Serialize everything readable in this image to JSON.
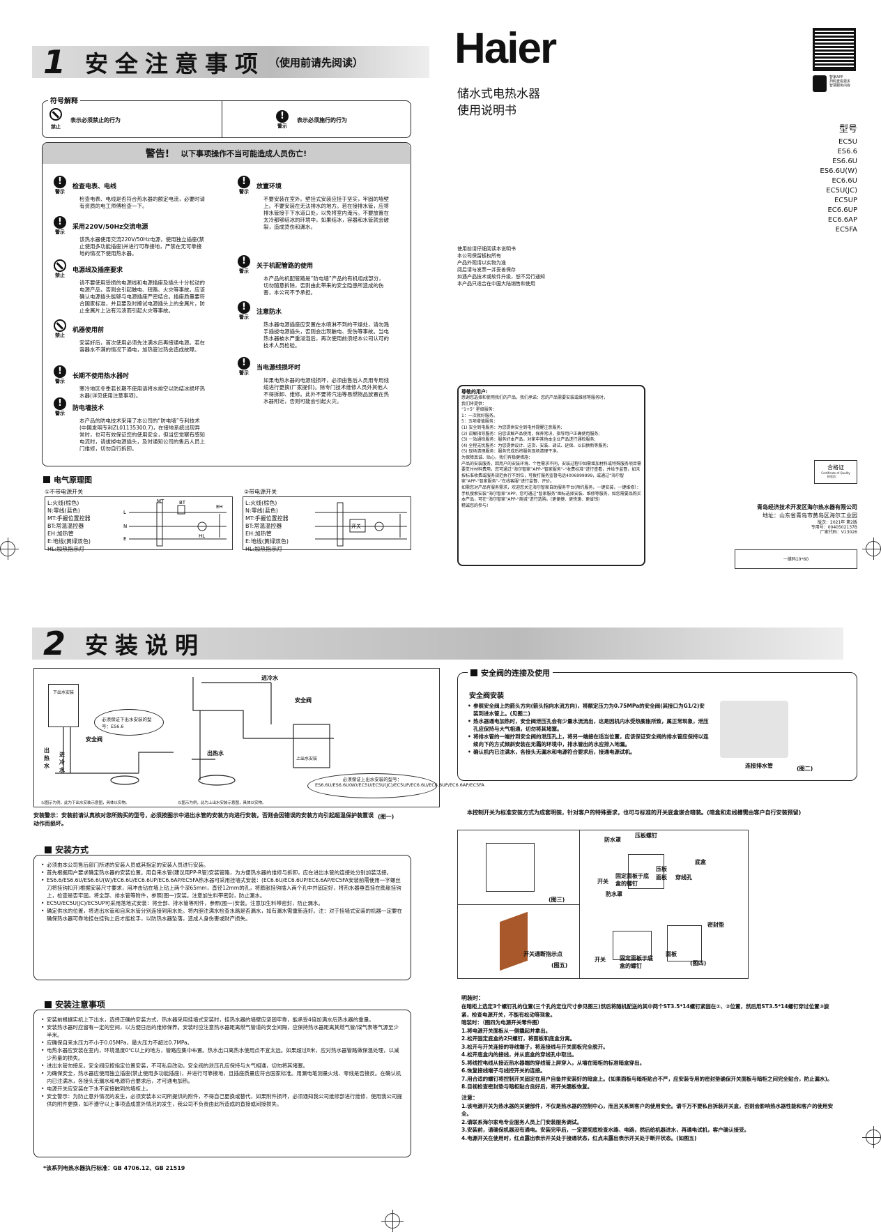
{
  "brand": {
    "logo": "Haier",
    "product": "储水式电热水器",
    "manual": "使用说明书"
  },
  "models": {
    "label": "型号",
    "list": [
      "EC5U",
      "ES6.6",
      "ES6.6U",
      "ES6.6U(W)",
      "EC6.6U",
      "EC5U(JC)",
      "EC5UP",
      "EC6.6UP",
      "EC6.6AP",
      "EC5FA"
    ]
  },
  "notes": [
    "使用前请仔细阅读本说明书",
    "本公司保留板权所有",
    "产品外观请以实物为准",
    "阅后请与发票一并妥善保存",
    "如遇产品技术或软件升级，恕不另行通知",
    "本产品只适合在中国大陆销售和使用"
  ],
  "qr_caption": [
    "智家APP",
    "扫码查看更多",
    "智慧服务内容"
  ],
  "cert": {
    "title": "合格证",
    "sub": "Certificate of Quality",
    "inspector": "检验员："
  },
  "company": {
    "name": "青岛经济技术开发区海尔热水器有限公司",
    "address": "地址：山东省青岛市黄岛区海尔工业园",
    "version": "版次：2021年 第2版",
    "code": "专用号：0040502137B",
    "model_code": "厂家代码：V13026"
  },
  "barcode": "一维码10*60",
  "sec1": {
    "num": "1",
    "title": "安全注意事项",
    "sub": "（使用前请先阅读）",
    "symbols": {
      "title": "符号解释",
      "prohibit": "表示必须禁止的行为",
      "prohibit_lab": "禁止",
      "must": "表示必须施行的行为",
      "must_lab": "警示"
    },
    "warning": {
      "word": "警告!",
      "text": "以下事项操作不当可能造成人员伤亡!"
    },
    "left": [
      {
        "type": "w",
        "lab": "警示",
        "title": "检查电表、电线",
        "body": "检查电表、电线是否符合热水器的额定电流，必要时请有资质的电工师傅检查一下。"
      },
      {
        "type": "w",
        "lab": "警示",
        "title": "采用220V/50Hz交流电源",
        "body": "该热水器使用交流220V/50Hz电源，使用独立插座(禁止使用多功能插座)并进行可靠接地，严禁在无可靠接地的情况下使用热水器。"
      },
      {
        "type": "n",
        "lab": "禁止",
        "title": "电源线及插座要求",
        "body": "请不要使用受损的电源线和电源插座及插头十分松动的电源产品，否则会引起触电、短路、火灾等事故。应该确认电源插头能够与电源插座严密结合。插座质量要符合国家标准，并且要及时擦试电源插头上的金属片，防止金属片上沾有污渍而引起火灾等事故。"
      },
      {
        "type": "n",
        "lab": "禁止",
        "title": "机器使用前",
        "body": "安装好后，首次使用必须先注满水后再接通电源。若在容器水不满的情况下通电，加热管过热会造成故障。"
      },
      {
        "type": "w",
        "lab": "警示",
        "title": "长期不使用热水器时",
        "body": "寒冷地区冬季若长期不使用请将水排空以防结冰损坏热水器(详见使用注意事项)。"
      },
      {
        "type": "w",
        "lab": "警示",
        "title": "防电墙技术",
        "body": "本产品的防电技术采用了本公司的“防电墙”专利技术(中国发明专利ZL01135300.7)，在接地系统出现异常时，也可有效保证您的使用安全，但当您觉察有感知电流时，请拔掉电源插头，及时通知公司的售后人员上门维修，切勿自行拆卸。"
      }
    ],
    "right": [
      {
        "type": "w",
        "lab": "警示",
        "title": "放置环境",
        "body": "不要安装在室外。壁挂式安装应挂于坚实，牢固的墙壁上。不要安装在无法排水的地方。若在接排水管，应将排水管接于下水道口处，以免将室内淹污。不要放置在太冷都够结冰的环境中，如果结冰，容器和水管就会破裂，造成烫伤和漏水。"
      },
      {
        "type": "w",
        "lab": "警示",
        "title": "关于机配管路的使用",
        "body": "本产品的机配管路是“防电墙”产品的有机组成部分，切勿随意拆除，否则由此带来的安全隐患所造成的伤害，本公司不予承担。"
      },
      {
        "type": "w",
        "lab": "警示",
        "title": "注意防水",
        "body": "热水器电源插座应安置在水喷淋不到的干燥处，请勿溅手插拔电源插头，否则会出现触电、受伤等事故。当电热水器被水严重浸泡后，再次使用前须经本公司认可的技术人员检验。"
      },
      {
        "type": "w",
        "lab": "警示",
        "title": "当电源线损坏时",
        "body": "如果电热水器的电源线损坏，必须由售后人员用专用线缆进行更换(厂家提供)。除专门技术维修人员外其他人不得拆卸、维修。此外不要将汽油等易燃物品放置在热水器附近，否则可能会引起火灾。"
      }
    ],
    "elec": {
      "title": "电气原理图",
      "a": "①不带电源开关",
      "b": "②带电源开关",
      "legend": [
        "L:火线(棕色)",
        "N:零线(蓝色)",
        "MT:手握位置控器",
        "BT:常温温控器",
        "EH:加热管",
        "E:地线(黄绿双色)",
        "HL:加热指示灯"
      ],
      "ptitles": [
        "MT",
        "BT",
        "EH",
        "HL",
        "L",
        "N",
        "E",
        "开关"
      ]
    }
  },
  "service": {
    "title": "尊敬的用户:",
    "lines": [
      "感谢您选择和使用我们的产品，我们承诺：您的产品需要安装或维修等服务时，",
      "我们将提供：",
      "“1+5” 星级服务：",
      "1：一次就好服务。",
      "5：五项增值服务：",
      "(1) 安全到电服务：为您提供安全到电并提醒注意服务;",
      "(2) 讲解指导服务：向您讲解产品使用，保养常识，指导用户正确使用服务;",
      "(3) 一站通检服务：服务好本产品，对家中其他本企业产品进行通检服务;",
      "(4) 全程无忧服务：为您提供设计、送货、安装、调试、延保、以旧换新等服务;",
      "(5) 现场清理服务：服务完成后将服务现场清理干净。",
      "为保障真诚、贴心，我们有稳健措施：",
      "产品的安装服务，因用户的安装环境、个性需求不同，安装过程中如需增加材料或特殊服务项目需要支付材料费用，您可通过“海尔智家”APP-“智家服务”-“收费标准”进行查看，并给予监督，如未按标准收费或服务规范执行不到位，可拨打服务监督电话4006999999，或通过“海尔智家”APP-“智家服务”-“在线客服”进行监督、评价。",
      "如需您对产品有服务需求，欢迎您关注海尔智家自助服务平台(预约服务，一键安装，一键维修）：",
      "手机搜索安装“海尔智家”APP，您可通过“智家服务”图标选择安装、维修等服务，如您需要品购买本产品，可在“海尔智家”APP-“商城”进行选购。(更便捷、更快速、更省钱)",
      "精诚您的参与!"
    ]
  },
  "sec2": {
    "num": "2",
    "title": "安装说明",
    "fig1": {
      "label_a": "下出水安装",
      "bubble_a": "必须保证下出水安装的型号：ES6.6",
      "safety": "安全阀",
      "outlet": "出热水",
      "inlet": "进冷水",
      "cap_a": "以图示为例，此为下出水安装示意图，具体以实物。",
      "cap_b": "以图示为例，此为上出水安装示意图，具体以实物。",
      "label_b": "上出水安装",
      "bubble_b": "必须保证上出水安装的型号：ES6.6U/ES6.6U(W)/EC5U/EC5U(JC)/EC5UP/EC6.6U/EC6.6UP/EC6.6AP/EC5FA",
      "fig": "(图一)",
      "warn": "安装警示：安装前请认真核对您所购买的型号，必须按图示中进出水管的安装方向进行安装，否则会因错误的安装方向引起超温保护装置误动作而损坏。"
    },
    "valve": {
      "title": "安全阀的连接及使用",
      "sub": "安全阀安装",
      "items": [
        "参照安全阀上的箭头方向(箭头指向水流方向)，将额定压力为0.75MPa的安全阀(其接口为G1/2)安装到进水管上。(见图二)",
        "热水器通电加热时，安全阀泄压孔会有少量水流流出，这是因机内水受热膨胀所致，属正常现象，泄压孔应保持与大气相通，切勿将其堵塞。",
        "将排水管的一端拧到安全阀的泄压孔上，将另一端接在适当位置，应该保证安全阀的排水管应保持以连续向下的方式倾斜安装在无霜的环境中，排水管出的水应排入地漏。",
        "确认机内已注满水，各接头无漏水和电源符合要求后，接通电源试机。"
      ],
      "cap": "连接排水管",
      "fig": "(图二)"
    },
    "method": {
      "title": "安装方式",
      "items": [
        "必须由本公司售后部门所述的安装人员或其指定的安装人员进行安装。",
        "首先根据用户要求确定热水器的安装位置。用自来水管(建议用PP-R管)安装管路，为方便热水器的维修与拆卸，应在进出水管的连接处分别加装活接。",
        "ES6.6/ES6.6U/ES6.6U(W)/EC6.6U/EC6.6UP/EC6.6AP/EC5FA热水器可采用挂墙式安装：(EC6.6U/EC6.6UP/EC6.6AP/EC5FA安装前需使用一字螺丝刀将挂钩扣开)根据安装尺寸要求，用冲击钻在墙上钻上两个深65mm，直径12mm的孔，将膨胀挂钩插入两个孔中并固定好，将热水器垂直挂在膨胀挂钩上，检查是否牢固。将全部、排水管等附件，参照(图一)安装。注意加生料带密封，防止漏水。",
        "EC5U/EC5U(JC)/EC5UP可采用落地式安装：将全部、排水管等附件，参照(图一)安装。注意加生料带密封，防止漏水。",
        "确定供水的位置，将进出水管和自来水管分别连接到用水处。将内胆注满水检查水路是否漏水，如有漏水需重新连好。注：对于挂墙式安装的机器一定要在确保热水器可靠地挂在挂钩上后才能松手，以防热水器坠落，造成人身伤害或财产损失。"
      ]
    },
    "precaution": {
      "title": "安装注意事项",
      "items": [
        "安装前根据实机上下出水，选择正确的安装方式，热水器采用挂墙式安装时，挂热水器的墙壁应坚固牢靠，能承受4倍加满水后热水器的重量。",
        "安装热水器时应留有一定的空间，以方便日后的维修保养。安装时应注意热水器距离燃气管道的安全间隔，应保持热水器距离其燃气管/煤气表等气源至少半米。",
        "应确保自来水压力不小于0.05MPa，最大压力不超过0.7MPa。",
        "电热水器应安装在室内，环境温度0℃以上的地方，管路应集中布置。热水出口离热水使用点不宜太远。如果超过8米，应对热水器管路做保温处理，以减少热量的损失。",
        "进出水管勿接反。安全阀应按指定位置安装，不可私自改动，安全阀的泄压孔应保持与大气相通，切勿将其堵塞。",
        "为确保安全，热水器应使用独立插座(禁止使用多功能插座)，并进行可靠接地，且插座质量应符合国家标准。用漏电笔测量火线、零线是否接反。在确认机内已注满水，各接头无漏水和电源符合要求后，才可通电加热。",
        "电源开关应安装在下水不宜接触到的墙柜上。",
        "安全警示：为防止意外情况的发生，必须安装本公司所提供的附件，不得自己更换或替代，如果附件损坏，必须通知我公司维修部进行维修，使用我公司提供的附件更换，如不遵守以上事项造成意外情况的发生，我公司不负责由此所造成的直接或间接损失。"
      ],
      "std": "*该系列电热水器执行标准：GB 4706.12、GB 21519"
    },
    "switch": {
      "intro": "本控制开关为标准安装方式为成套明装，针对客户的特殊要求，也可与标准的开关底盒嵌合暗装。(暗盒和走线槽需由客户自行安装预留)",
      "labels": {
        "cover": "防水罩",
        "screw": "压板螺钉",
        "box": "底盒",
        "base": "压板",
        "face": "面板",
        "sw": "开关",
        "hole": "穿线孔",
        "fix": "固定面板于底盒的螺钉",
        "seal": "密封垫",
        "ind": "开关通断指示点"
      },
      "fig3": "(图三)",
      "fig4": "(图四)",
      "fig5": "(图五)"
    },
    "explain": {
      "title": "明装时：",
      "lines": [
        "在暗柜上选定3个螺钉孔的位置(三个孔的定位尺寸参见图三)然后将随机配送的其中两个ST3.5*14螺钉紧固在①、②位置，然后用ST3.5*14螺钉穿过位置③旋紧，检查电源开关，不能有松动等现象。",
        "暗装时：（图四为电源开关零件图）",
        "1.将电源开关面板从一侧撬起并拿出。",
        "2.松开固定底盒的2只螺钉，将面板和底盒分离。",
        "3.松开与开关连接的导线端子，将连接线与开关面板完全脱开。",
        "4.松开底盒内的接线，并从底盒的穿线孔中取出。",
        "5.将线控电线从接近热水器端的穿线管上屏穿入，从墙在暗柜的标准暗盒穿出。",
        "6.恢复接线端子与线控开关的连接。",
        "7.用合适的螺钉将控制开关固定在用户自备并安装好的暗盒上。(如果面板与暗柜贴合不严，应安装专用的密封垫确保开关面板与暗柜之间完全贴合，防止漏水)。",
        "8.目视检查密封垫与暗柜贴合良好后，将开关翘板恢复。"
      ],
      "note_title": "注意：",
      "notes": [
        "1.该电源开关为热水器的关键部件，不仅是热水器的控制中心，而且关系到客户的使用安全。请千万不要私自拆装开关盒，否则会影响热水器性能和客户的使用安全。",
        "2.请联系海尔家电专业服务人员上门安装服务调试。",
        "3.安装前，请确保机器没有通电。安装完毕后，一定要彻底检查水路、电路，然后给机器进水，再通电试机，客户确认接受。",
        "4.电源开关在使用时，红点露出表示开关处于接通状态，红点未露出表示开关处于断开状态。(如图五)"
      ]
    }
  }
}
